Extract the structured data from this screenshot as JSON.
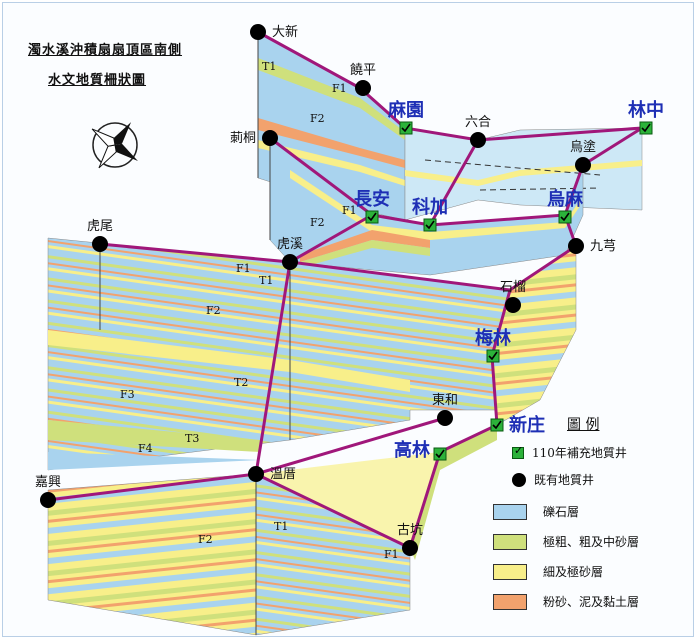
{
  "title": {
    "line1": "濁水溪沖積扇扇頂區南側",
    "line2": "水文地質柵狀圖"
  },
  "compass_icon": "compass-rose-icon",
  "stations_new": [
    {
      "id": "mayuan",
      "label": "麻園"
    },
    {
      "id": "linzhong",
      "label": "林中"
    },
    {
      "id": "changan",
      "label": "長安"
    },
    {
      "id": "kejia",
      "label": "科加"
    },
    {
      "id": "wuma",
      "label": "烏麻"
    },
    {
      "id": "meilin",
      "label": "梅林"
    },
    {
      "id": "xinzhuang",
      "label": "新庄"
    },
    {
      "id": "gaolin",
      "label": "高林"
    }
  ],
  "stations_existing": [
    {
      "id": "daxin",
      "label": "大新"
    },
    {
      "id": "raoping",
      "label": "饒平"
    },
    {
      "id": "litong",
      "label": "莿桐"
    },
    {
      "id": "liuhe",
      "label": "六合"
    },
    {
      "id": "wutu",
      "label": "烏塗"
    },
    {
      "id": "huwei",
      "label": "虎尾"
    },
    {
      "id": "huxi",
      "label": "虎溪"
    },
    {
      "id": "jiuqiong",
      "label": "九芎"
    },
    {
      "id": "shiliu",
      "label": "石榴"
    },
    {
      "id": "donghe",
      "label": "東和"
    },
    {
      "id": "jiaxing",
      "label": "嘉興"
    },
    {
      "id": "wencuo",
      "label": "溫厝"
    },
    {
      "id": "gukeng",
      "label": "古坑"
    }
  ],
  "layer_labels": [
    {
      "id": "raoping-f1",
      "text": "F1"
    },
    {
      "id": "daxin-t1",
      "text": "T1"
    },
    {
      "id": "raoping-f2",
      "text": "F2"
    },
    {
      "id": "litong-f1",
      "text": "F1"
    },
    {
      "id": "litong-f2",
      "text": "F2"
    },
    {
      "id": "main-f1",
      "text": "F1"
    },
    {
      "id": "main-t1",
      "text": "T1"
    },
    {
      "id": "main-f2",
      "text": "F2"
    },
    {
      "id": "main-t2",
      "text": "T2"
    },
    {
      "id": "main-f3",
      "text": "F3"
    },
    {
      "id": "main-t3",
      "text": "T3"
    },
    {
      "id": "main-f4",
      "text": "F4"
    },
    {
      "id": "south-t1",
      "text": "T1"
    },
    {
      "id": "south-f2",
      "text": "F2"
    },
    {
      "id": "gukeng-f1",
      "text": "F1"
    }
  ],
  "legend": {
    "title": "圖  例",
    "new_well": "110年補充地質井",
    "existing_well": "既有地質井",
    "items": [
      {
        "id": "gravel",
        "label": "礫石層",
        "color": "#a9d3ee"
      },
      {
        "id": "coarse-sand",
        "label": "極粗、粗及中砂層",
        "color": "#cfe07c"
      },
      {
        "id": "fine-sand",
        "label": "細及極砂層",
        "color": "#f8ef8a"
      },
      {
        "id": "silt-clay",
        "label": "粉砂、泥及黏土層",
        "color": "#f2a26d"
      }
    ]
  },
  "colors": {
    "line": "#a0177a",
    "new_label": "#1e2fb5",
    "gravel": "#a9d3ee",
    "coarse": "#cfe07c",
    "fine": "#f8ef8a",
    "clay": "#f2a26d"
  }
}
